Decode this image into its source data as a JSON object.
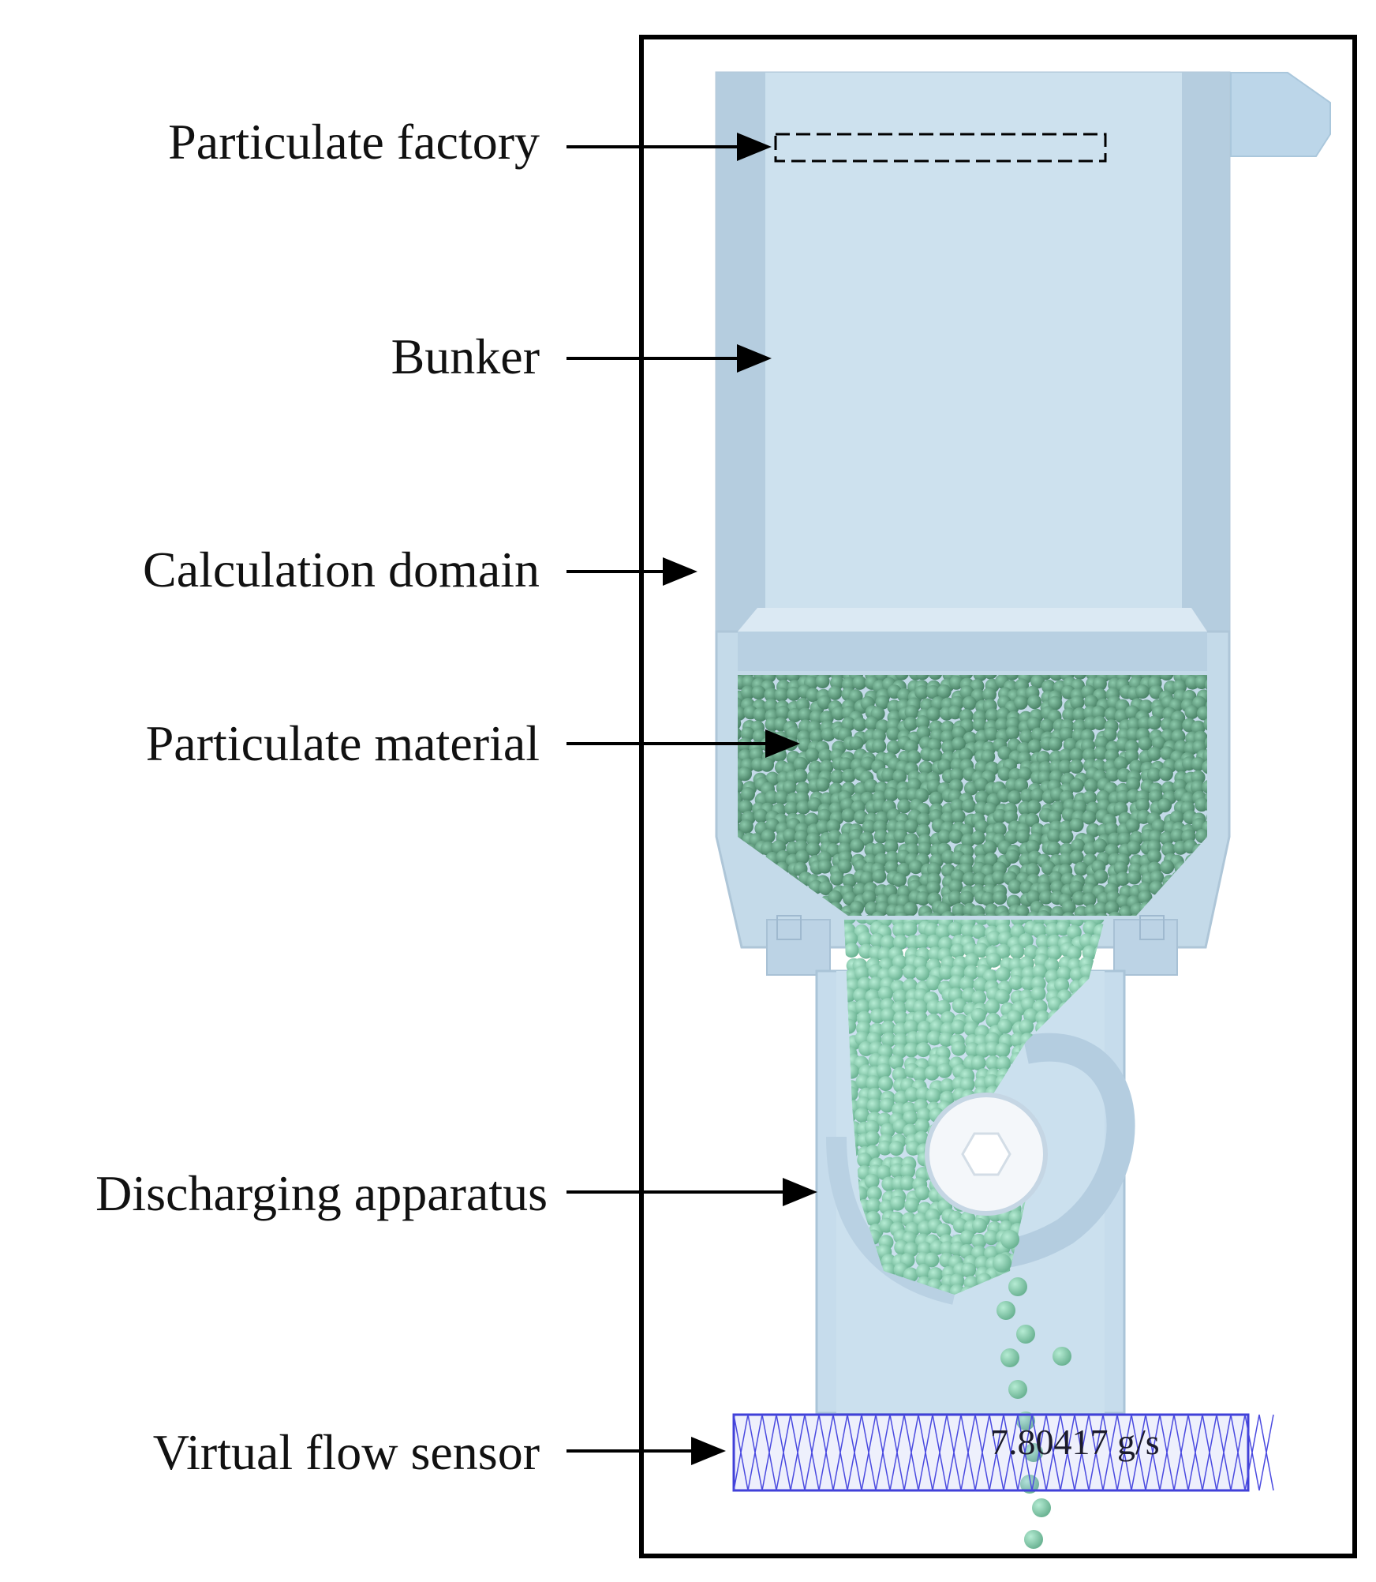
{
  "labels": {
    "particulate_factory": "Particulate factory",
    "bunker": "Bunker",
    "calculation_domain": "Calculation domain",
    "particulate_material": "Particulate  material",
    "discharging_apparatus": "Discharging apparatus",
    "virtual_flow_sensor": "Virtual flow sensor"
  },
  "sensor": {
    "reading": "7.80417 g/s"
  },
  "colors": {
    "housing": "#c7dceb",
    "housing_edge": "#aac3d6",
    "particles_dense": "#5e9b7e",
    "particles_light": "#7ec6a8",
    "sensor_mesh": "#3b3bd6"
  }
}
